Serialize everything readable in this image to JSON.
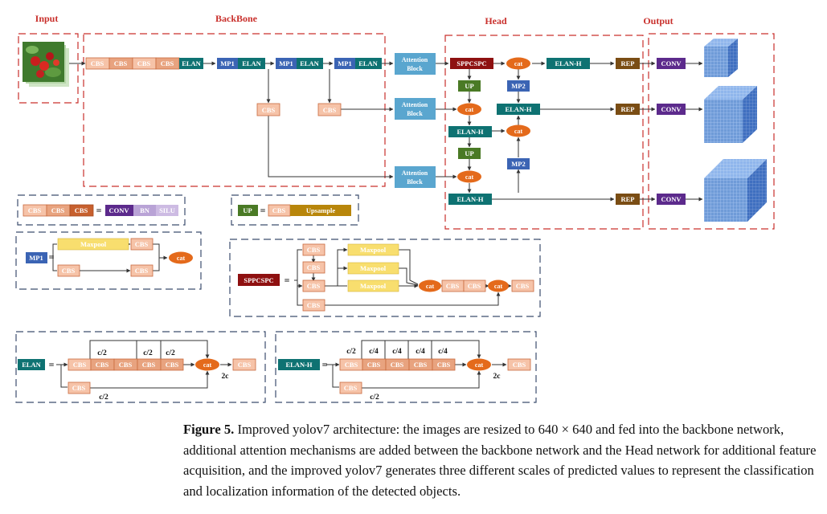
{
  "sections": {
    "input": "Input",
    "backbone": "BackBone",
    "head": "Head",
    "output": "Output"
  },
  "labels": {
    "cbs": "CBS",
    "elan": "ELAN",
    "mp1": "MP1",
    "mp2": "MP2",
    "attention": [
      "Attention",
      "Block"
    ],
    "sppcspc": "SPPCSPC",
    "cat": "cat",
    "up": "UP",
    "elanh": "ELAN-H",
    "rep": "REP",
    "conv": "CONV",
    "bn": "BN",
    "silu": "SILU",
    "upsample": "Upsample",
    "maxpool": "Maxpool",
    "eq": "=",
    "c2": "c/2",
    "c4": "c/4",
    "two_c": "2c"
  },
  "colors": {
    "cbs_light": "#f6c3a8",
    "cbs_mid": "#e8a37f",
    "cbs_dark": "#c7602e",
    "elan": "#0e7272",
    "mp": "#3b64b4",
    "attention": "#5aa6cf",
    "sppcspc": "#8e1010",
    "cat": "#e46a1b",
    "up": "#4a7a25",
    "rep": "#7a4d14",
    "conv": "#5c2a8c",
    "bn": "#b9a3d6",
    "silu": "#cdbbe3",
    "upsample": "#b8860b",
    "maxpool": "#f8de6e",
    "red_dash": "#c9302c",
    "blue_dash": "#3c4d6e"
  },
  "caption": {
    "label": "Figure 5.",
    "text": " Improved yolov7 architecture: the images are resized to 640 × 640 and fed into the backbone network, additional attention mechanisms are added between the backbone network and the Head network for additional feature acquisition, and the improved yolov7 generates three different scales of predicted values to represent the classification and localization information of the detected objects."
  }
}
